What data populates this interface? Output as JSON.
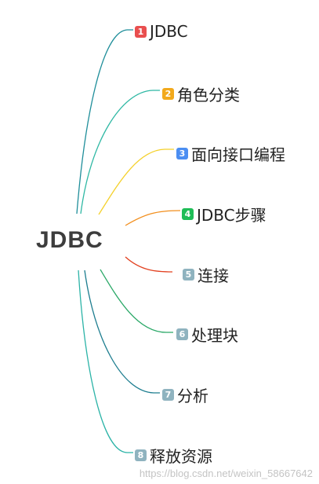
{
  "root": {
    "label": "JDBC"
  },
  "topics": [
    {
      "num": "1",
      "label": "JDBC",
      "badge_color": "#e94f4f",
      "line_color": "#1f8e9a"
    },
    {
      "num": "2",
      "label": "角色分类",
      "badge_color": "#f2a91c",
      "line_color": "#2fb8a4"
    },
    {
      "num": "3",
      "label": "面向接口编程",
      "badge_color": "#4b8ef2",
      "line_color": "#f4d02a"
    },
    {
      "num": "4",
      "label": "JDBC步骤",
      "badge_color": "#1fbd57",
      "line_color": "#f28f1e"
    },
    {
      "num": "5",
      "label": "连接",
      "badge_color": "#8fb3bf",
      "line_color": "#e2401f"
    },
    {
      "num": "6",
      "label": "处理块",
      "badge_color": "#8fb3bf",
      "line_color": "#2aa867"
    },
    {
      "num": "7",
      "label": "分析",
      "badge_color": "#8fb3bf",
      "line_color": "#1d7d8f"
    },
    {
      "num": "8",
      "label": "释放资源",
      "badge_color": "#8fb3bf",
      "line_color": "#2bb3a7"
    }
  ],
  "watermark": "https://blog.csdn.net/weixin_58667642"
}
